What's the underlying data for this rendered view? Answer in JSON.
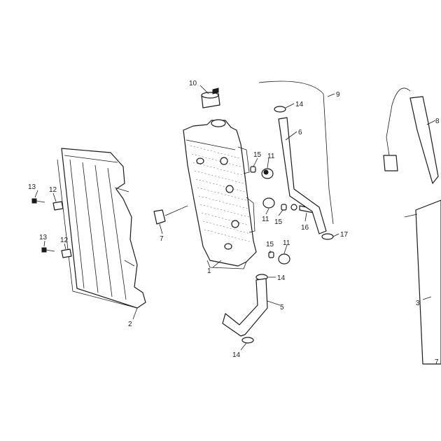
{
  "callouts": {
    "c1": "1",
    "c2": "2",
    "c3": "3",
    "c5": "5",
    "c6": "6",
    "c7a": "7",
    "c7b": "7",
    "c8": "8",
    "c9": "9",
    "c10": "10",
    "c11a": "11",
    "c11b": "11",
    "c11c": "11",
    "c12a": "12",
    "c12b": "12",
    "c13a": "13",
    "c13b": "13",
    "c14a": "14",
    "c14b": "14",
    "c14c": "14",
    "c15a": "15",
    "c15b": "15",
    "c15c": "15",
    "c16": "16",
    "c17": "17"
  },
  "colors": {
    "line": "#1a1a1a",
    "background": "#ffffff"
  }
}
